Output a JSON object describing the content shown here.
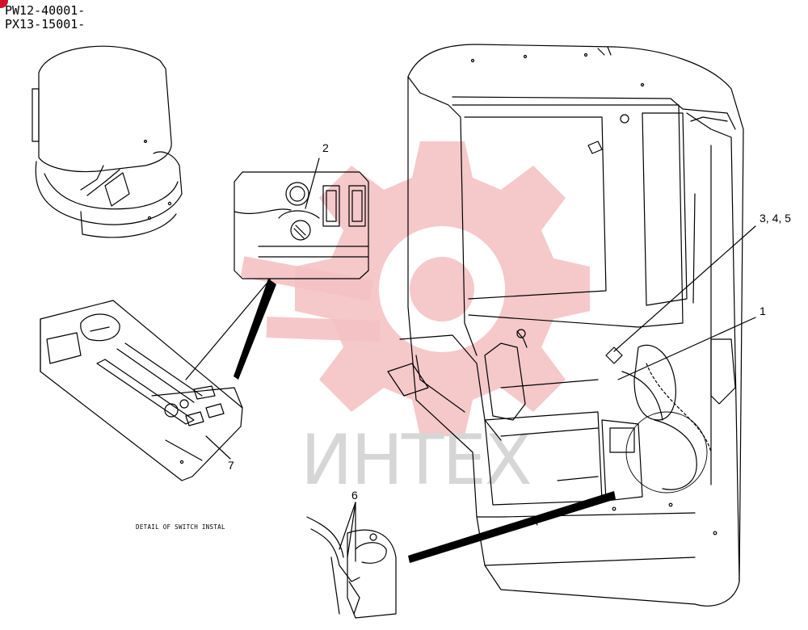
{
  "serial_ranges": [
    "PW12-40001-",
    "PX13-15001-"
  ],
  "callouts": {
    "c1": "1",
    "c2": "2",
    "c345": "3, 4, 5",
    "c6": "6",
    "c7": "7"
  },
  "caption": "DETAIL OF SWITCH INSTAL",
  "watermark": {
    "text": "ИНТЕХ",
    "gear_color": "#f2b9bb",
    "text_color": "#d6d6d6"
  },
  "colors": {
    "line": "#000000",
    "marker": "#d0102a"
  }
}
